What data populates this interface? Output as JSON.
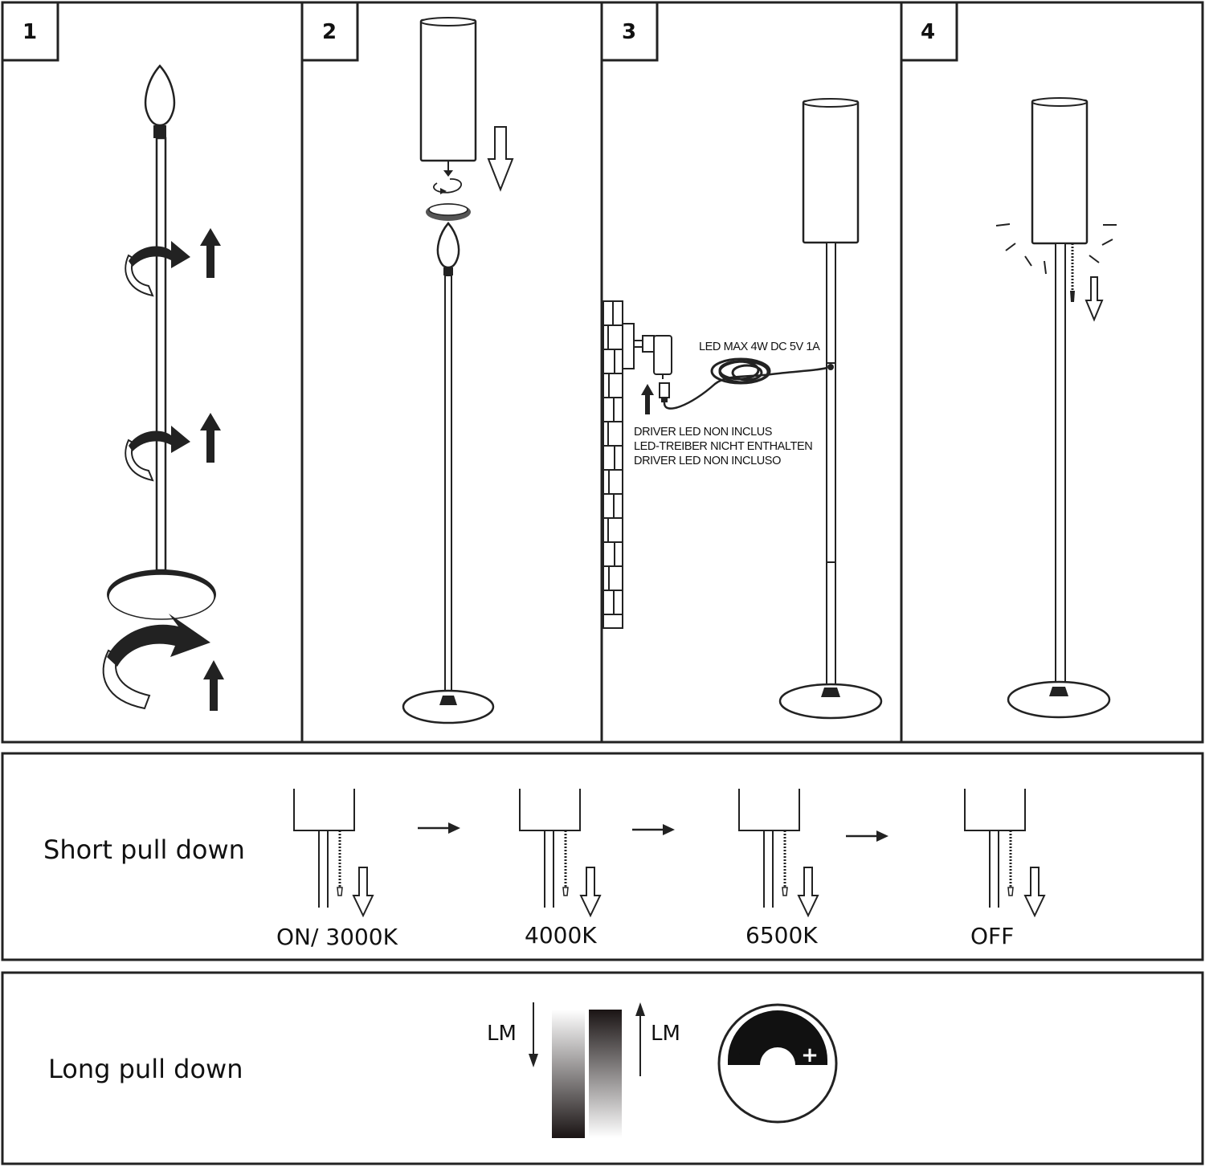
{
  "steps": [
    {
      "number": "1"
    },
    {
      "number": "2"
    },
    {
      "number": "3",
      "spec_label": "LED MAX 4W DC 5V 1A",
      "driver_notes": [
        "DRIVER LED NON INCLUS",
        "LED-TREIBER NICHT ENTHALTEN",
        "DRIVER LED NON INCLUSO"
      ]
    },
    {
      "number": "4"
    }
  ],
  "short_pull": {
    "label": "Short pull down",
    "states": [
      "ON/ 3000K",
      "4000K",
      "6500K",
      "OFF"
    ]
  },
  "long_pull": {
    "label": "Long pull down",
    "lm_down": "LM",
    "lm_up": "LM",
    "dial_minus": "-",
    "dial_plus": "+"
  },
  "icons": [
    "bulb-icon",
    "shade-icon",
    "arrow-up-icon",
    "arrow-down-icon",
    "twist-arrow-icon",
    "wall-plug-icon",
    "dimmer-dial-icon"
  ]
}
